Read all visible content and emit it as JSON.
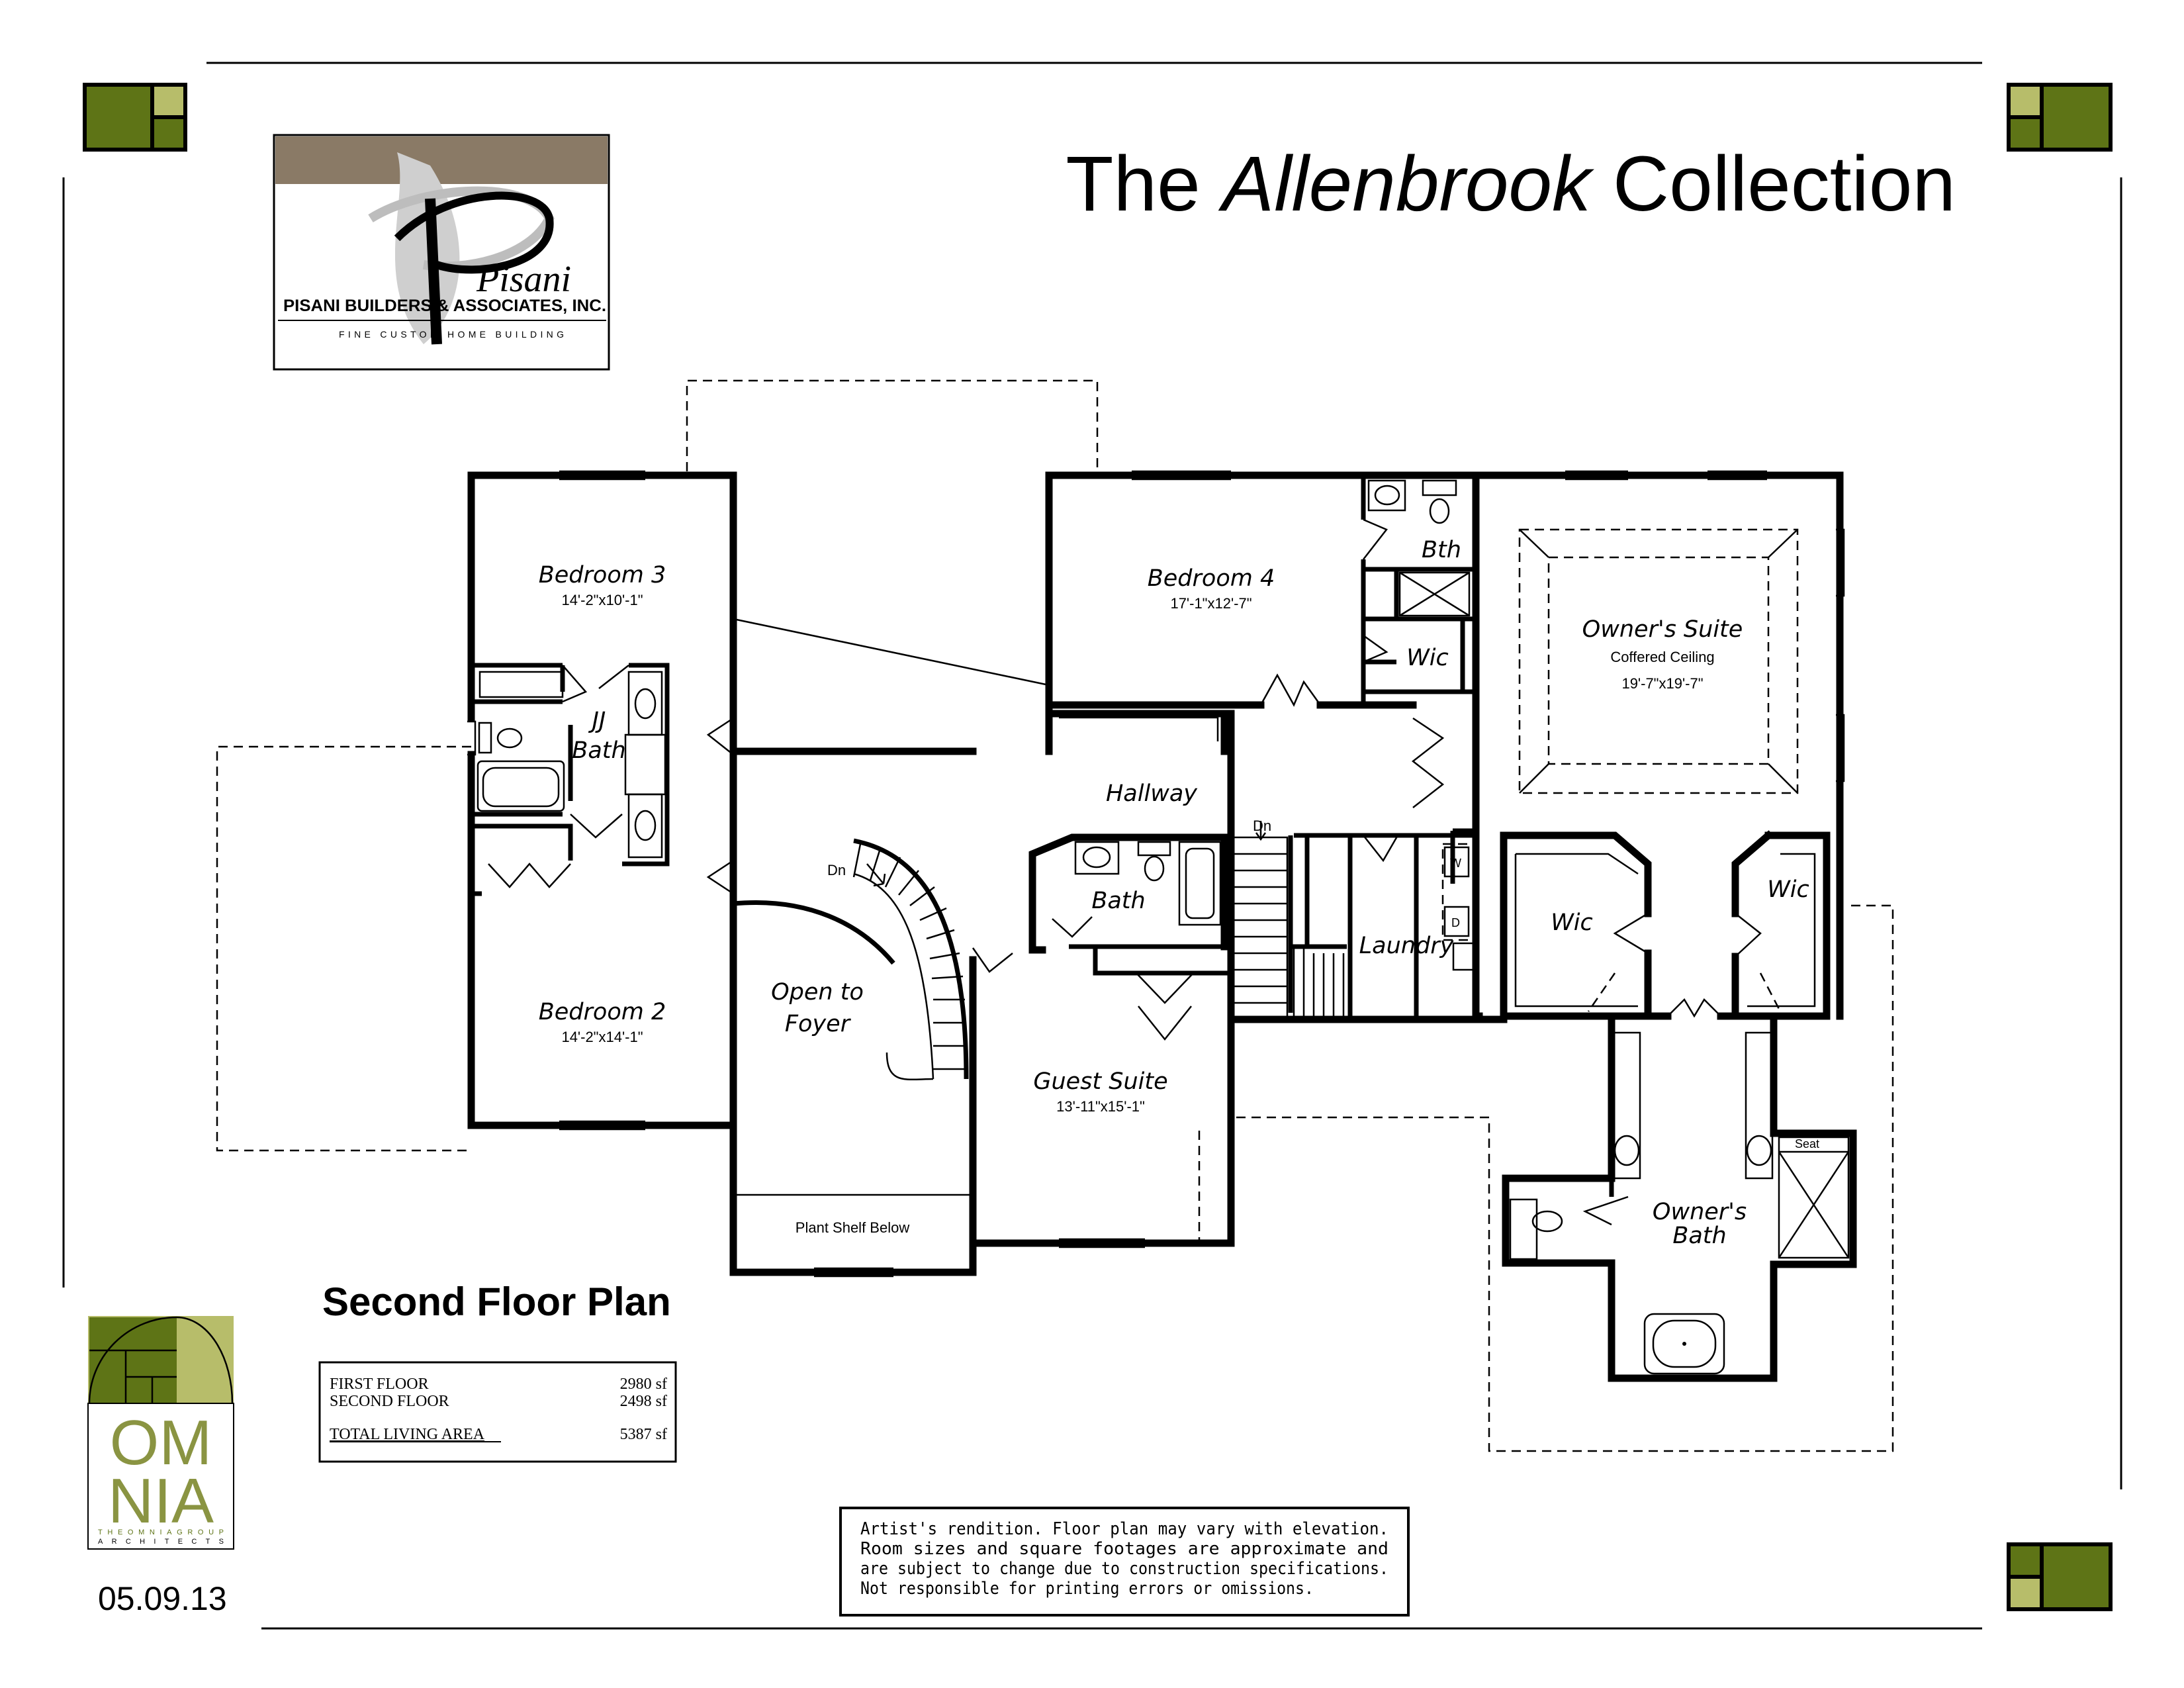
{
  "header": {
    "title_prefix": "The ",
    "title_italic": "Allenbrook",
    "title_suffix": " Collection"
  },
  "builder_logo": {
    "company": "PISANI BUILDERS & ASSOCIATES, INC.",
    "tagline": "FINE CUSTOM HOME BUILDING",
    "signature": "Pisani"
  },
  "plan": {
    "name": "Second Floor Plan",
    "rooms": [
      {
        "id": "bedroom3",
        "name": "Bedroom 3",
        "dims": "14'-2\"x10'-1\""
      },
      {
        "id": "bedroom4",
        "name": "Bedroom 4",
        "dims": "17'-1\"x12'-7\""
      },
      {
        "id": "owners_suite",
        "name": "Owner's Suite",
        "note": "Coffered Ceiling",
        "dims": "19'-7\"x19'-7\""
      },
      {
        "id": "bedroom2",
        "name": "Bedroom 2",
        "dims": "14'-2\"x14'-1\""
      },
      {
        "id": "guest_suite",
        "name": "Guest Suite",
        "dims": "13'-11\"x15'-1\""
      }
    ],
    "labels": {
      "bth": "Bth",
      "wic_bed4": "Wic",
      "jj_bath_1": "JJ",
      "jj_bath_2": "Bath",
      "hallway": "Hallway",
      "dn_main": "Dn",
      "dn_back": "Dn",
      "bath_guest": "Bath",
      "laundry": "Laundry",
      "washer": "W",
      "dryer": "D",
      "wic_owner_left": "Wic",
      "wic_owner_right": "Wic",
      "open_foyer_1": "Open to",
      "open_foyer_2": "Foyer",
      "plant_shelf": "Plant Shelf Below",
      "seat": "Seat",
      "owners_bath_1": "Owner's",
      "owners_bath_2": "Bath"
    }
  },
  "area_table": {
    "rows": [
      {
        "label": "FIRST FLOOR",
        "value": "2980 sf"
      },
      {
        "label": "SECOND FLOOR",
        "value": "2498 sf"
      }
    ],
    "total": {
      "label": "TOTAL LIVING AREA",
      "value": "5387 sf"
    }
  },
  "architect_logo": {
    "letters_top": "OM",
    "letters_bottom": "NIA",
    "line1": "THEOMNIAGROUP",
    "line2": "ARCHITECTS"
  },
  "date": "05.09.13",
  "disclaimer": [
    "Artist's rendition.  Floor plan may vary with elevation.",
    "Room sizes and square footages are approximate and",
    "are subject to change due to construction specifications.",
    "Not responsible for printing errors or omissions."
  ],
  "colors": {
    "dark_green": "#5e7416",
    "light_green": "#b7bd6a",
    "black": "#000000"
  }
}
